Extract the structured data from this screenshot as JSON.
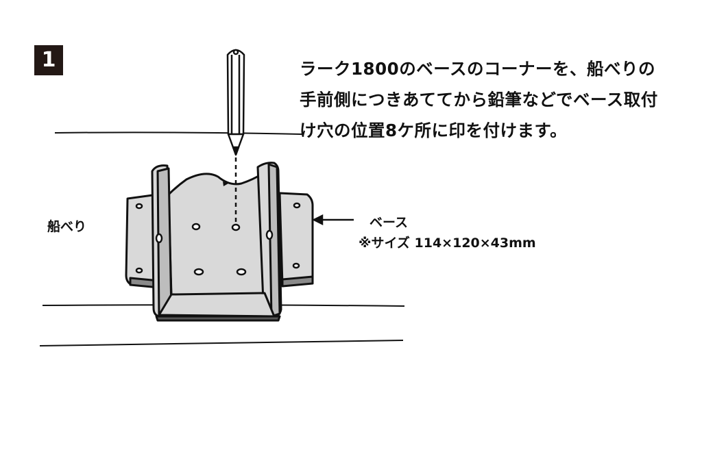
{
  "step": {
    "number": "1"
  },
  "instructions": {
    "line1": "ラーク1800のベースのコーナーを、船べりの",
    "line2": "手前側につきあててから鉛筆などでベース取付",
    "line3": "け穴の位置8ケ所に印を付けます。"
  },
  "labels": {
    "gunwale": "船べり",
    "base": "ベース",
    "size": "※サイズ 114×120×43mm"
  }
}
